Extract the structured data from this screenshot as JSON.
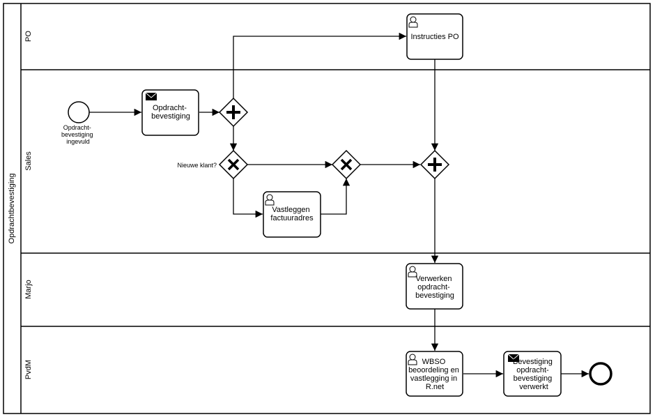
{
  "pool": {
    "label": "Opdrachtbevestiging"
  },
  "lanes": [
    {
      "id": "po",
      "label": "PO"
    },
    {
      "id": "sales",
      "label": "Sales"
    },
    {
      "id": "marjo",
      "label": "Marjo"
    },
    {
      "id": "pvdm",
      "label": "PvdM"
    }
  ],
  "events": {
    "start": {
      "label_lines": [
        "Opdracht-",
        "bevestiging",
        "ingevuld"
      ]
    },
    "end": {
      "label_lines": []
    }
  },
  "tasks": {
    "opdrachtbevestiging": {
      "kind": "send",
      "icon": "envelope-icon",
      "label_lines": [
        "Opdracht-",
        "bevestiging"
      ]
    },
    "instructies_po": {
      "kind": "user",
      "icon": "user-icon",
      "label_lines": [
        "Instructies PO"
      ]
    },
    "vastleggen": {
      "kind": "user",
      "icon": "user-icon",
      "label_lines": [
        "Vastleggen",
        "factuuradres"
      ]
    },
    "verwerken": {
      "kind": "user",
      "icon": "user-icon",
      "label_lines": [
        "Verwerken",
        "opdracht-",
        "bevestiging"
      ]
    },
    "wbso": {
      "kind": "user",
      "icon": "user-icon",
      "label_lines": [
        "WBSO",
        "beoordeling en",
        "vastlegging in",
        "R.net"
      ]
    },
    "bevestiging_verwerkt": {
      "kind": "send",
      "icon": "envelope-icon",
      "label_lines": [
        "Bevestiging",
        "opdracht-",
        "bevestiging",
        "verwerkt"
      ]
    }
  },
  "gateways": {
    "parallel_split": {
      "type": "parallel",
      "label": ""
    },
    "exclusive_split": {
      "type": "exclusive",
      "label": "Nieuwe klant?"
    },
    "exclusive_merge": {
      "type": "exclusive",
      "label": ""
    },
    "parallel_join": {
      "type": "parallel",
      "label": ""
    }
  },
  "colors": {
    "stroke": "#000000",
    "fill": "#ffffff"
  }
}
